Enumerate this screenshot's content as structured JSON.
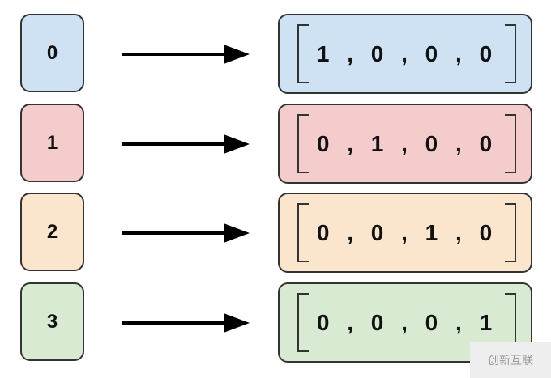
{
  "rows": [
    {
      "label": "0",
      "vector": "1 , 0 , 0 , 0",
      "color": "#cfe2f3"
    },
    {
      "label": "1",
      "vector": "0 , 1 , 0 , 0",
      "color": "#f4cccc"
    },
    {
      "label": "2",
      "vector": "0 , 0 , 1 , 0",
      "color": "#fce5cd"
    },
    {
      "label": "3",
      "vector": "0 , 0 , 0 , 1",
      "color": "#d9ead3"
    }
  ],
  "watermark": "创新互联"
}
